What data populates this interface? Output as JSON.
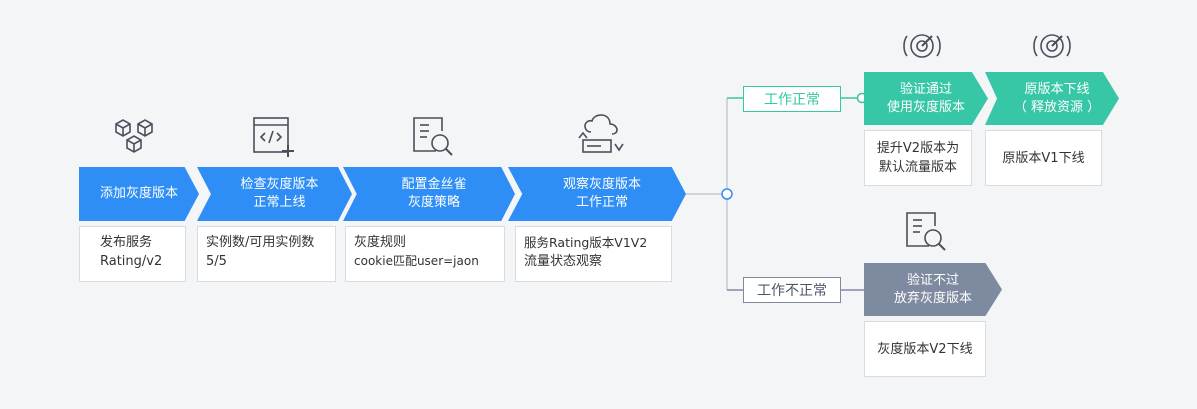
{
  "steps": [
    {
      "lines": [
        "添加灰度版本"
      ]
    },
    {
      "lines": [
        "检查灰度版本",
        "正常上线"
      ]
    },
    {
      "lines": [
        "配置金丝雀",
        "灰度策略"
      ]
    },
    {
      "lines": [
        "观察灰度版本",
        "工作正常"
      ]
    }
  ],
  "details": [
    {
      "lines": [
        "发布服务",
        "Rating/v2"
      ]
    },
    {
      "lines": [
        "实例数/可用实例数",
        "5/5"
      ]
    },
    {
      "lines": [
        "灰度规则",
        "cookie匹配user=jaon"
      ]
    },
    {
      "lines": [
        "服务Rating版本V1V2",
        "流量状态观察"
      ]
    }
  ],
  "branch_ok": {
    "label": "工作正常",
    "steps": [
      {
        "lines": [
          "验证通过",
          "使用灰度版本"
        ]
      },
      {
        "lines": [
          "原版本下线",
          "（ 释放资源 ）"
        ]
      }
    ],
    "details": [
      {
        "lines": [
          "提升V2版本为",
          "默认流量版本"
        ]
      },
      {
        "lines": [
          "原版本V1下线"
        ]
      }
    ]
  },
  "branch_fail": {
    "label": "工作不正常",
    "steps": [
      {
        "lines": [
          "验证不过",
          "放弃灰度版本"
        ]
      }
    ],
    "details": [
      {
        "lines": [
          "灰度版本V2下线"
        ]
      }
    ]
  },
  "icons": [
    "cubes-icon",
    "code-window-add-icon",
    "document-search-icon",
    "cloud-server-sync-icon",
    "target-icon",
    "target-icon",
    "document-search-icon"
  ],
  "colors": {
    "blue": "#2f8ef5",
    "teal": "#37c7a6",
    "gray": "#7e8a9f",
    "line": "#c5cad3"
  }
}
